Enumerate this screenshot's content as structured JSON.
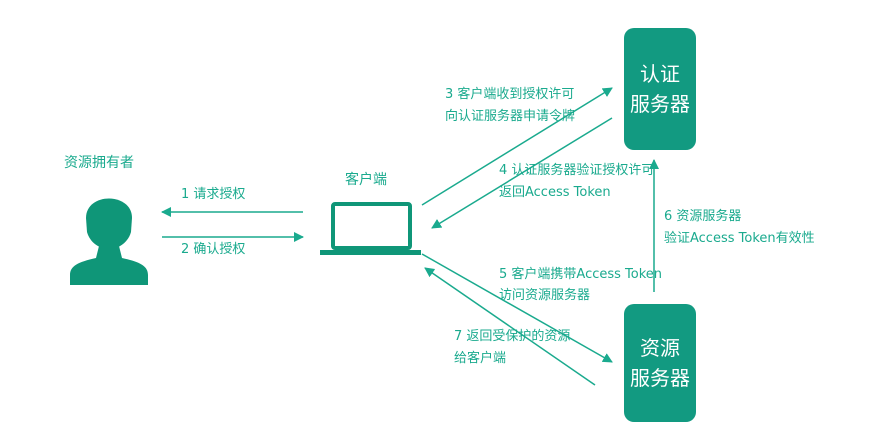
{
  "colors": {
    "accent": "#129a81",
    "arrow": "#1aaa8e",
    "icon": "#0f9678"
  },
  "nodes": {
    "owner": {
      "label": "资源拥有者",
      "icon": "person-icon"
    },
    "client": {
      "label": "客户端",
      "icon": "laptop-icon"
    },
    "auth_server": {
      "line1": "认证",
      "line2": "服务器"
    },
    "resource_server": {
      "line1": "资源",
      "line2": "服务器"
    }
  },
  "steps": [
    {
      "line1": "1 请求授权"
    },
    {
      "line1": "2 确认授权"
    },
    {
      "line1": "3 客户端收到授权许可",
      "line2": "向认证服务器申请令牌"
    },
    {
      "line1": "4 认证服务器验证授权许可",
      "line2": "返回Access Token"
    },
    {
      "line1": "5 客户端携带Access Token",
      "line2": "访问资源服务器"
    },
    {
      "line1": "6 资源服务器",
      "line2": "验证Access Token有效性"
    },
    {
      "line1": "7 返回受保护的资源",
      "line2": "给客户端"
    }
  ]
}
